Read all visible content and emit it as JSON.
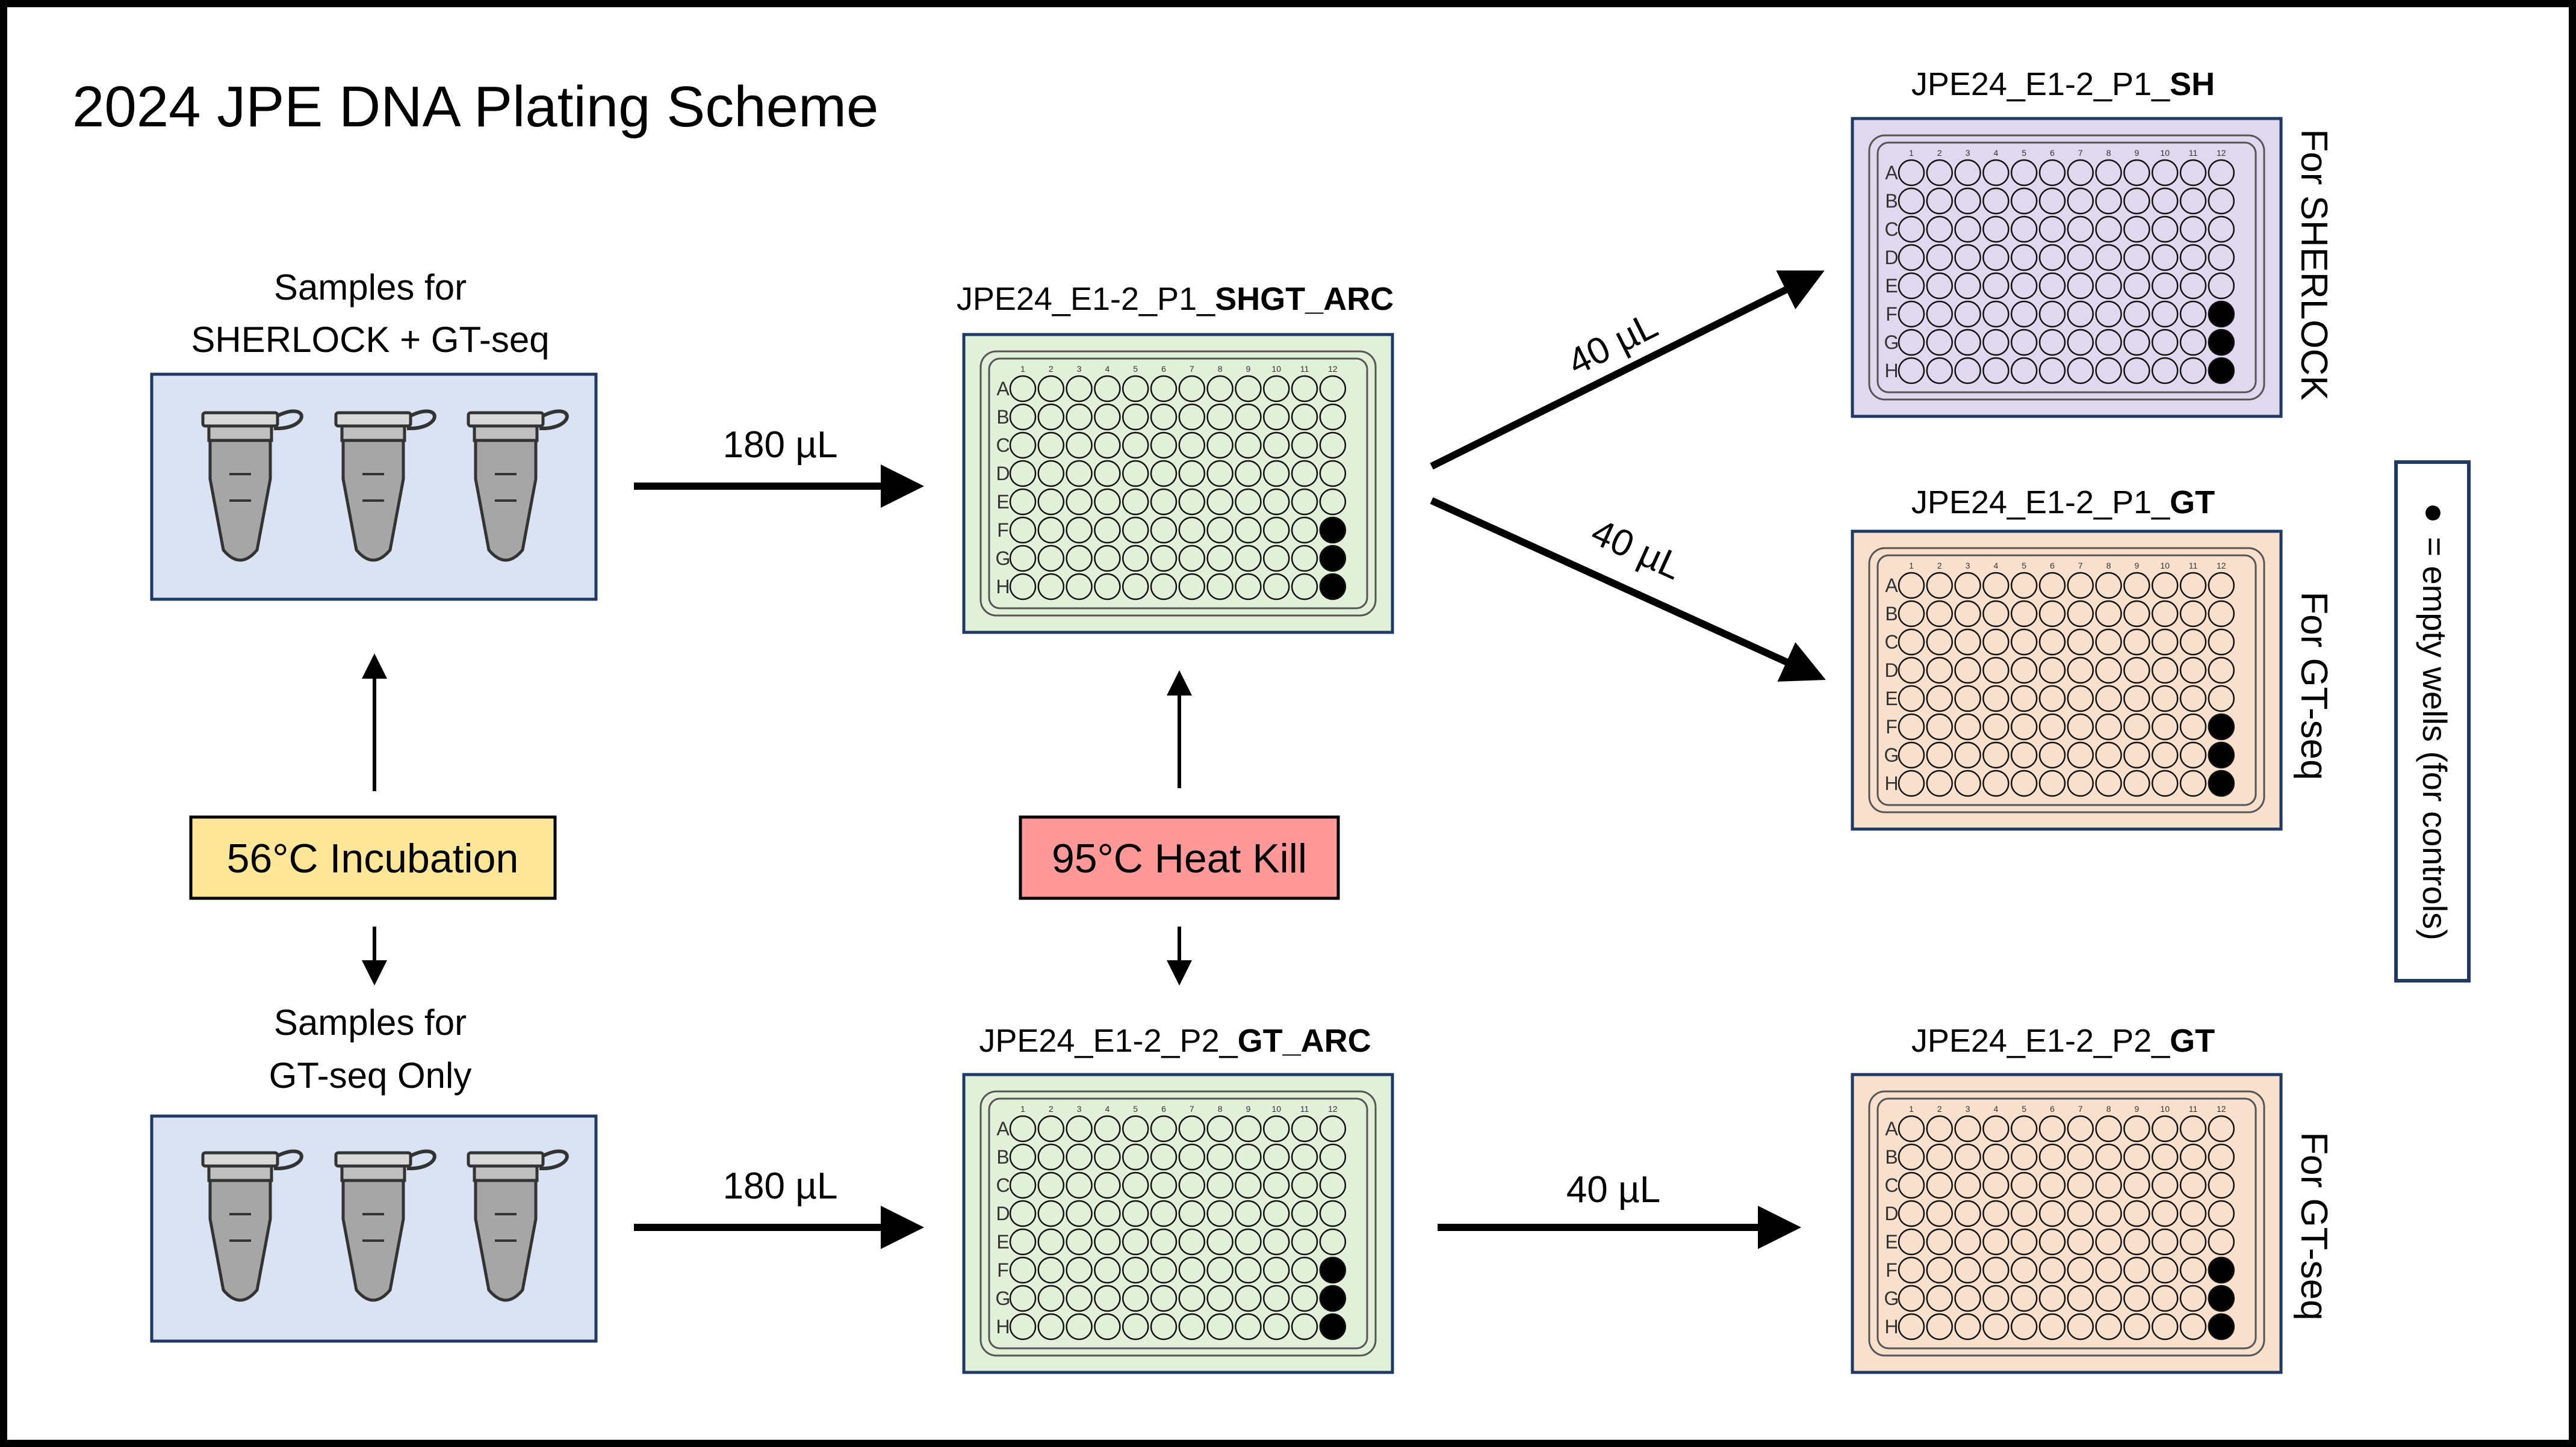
{
  "title": "2024 JPE DNA Plating Scheme",
  "sample_boxes": {
    "top": {
      "label_line1": "Samples for",
      "label_line2": "SHERLOCK + GT-seq"
    },
    "bottom": {
      "label_line1": "Samples for",
      "label_line2": "GT-seq Only"
    }
  },
  "steps": {
    "incubation": "56°C Incubation",
    "heat_kill": "95°C Heat Kill"
  },
  "transfers": {
    "top_to_archive": "180 µL",
    "bottom_to_archive": "180 µL",
    "archive1_to_sh": "40 µL",
    "archive1_to_gt": "40 µL",
    "archive2_to_gt": "40 µL"
  },
  "plates": {
    "archive1": {
      "prefix": "JPE24_E1-2_P1_",
      "suffix": "SHGT_ARC"
    },
    "archive2": {
      "prefix": "JPE24_E1-2_P2_",
      "suffix": "GT_ARC"
    },
    "sh": {
      "prefix": "JPE24_E1-2_P1_",
      "suffix": "SH",
      "side_label": "For SHERLOCK"
    },
    "gt1": {
      "prefix": "JPE24_E1-2_P1_",
      "suffix": "GT",
      "side_label": "For GT-seq"
    },
    "gt2": {
      "prefix": "JPE24_E1-2_P2_",
      "suffix": "GT",
      "side_label": "For GT-seq"
    }
  },
  "plate_layout": {
    "rows": [
      "A",
      "B",
      "C",
      "D",
      "E",
      "F",
      "G",
      "H"
    ],
    "columns": [
      "1",
      "2",
      "3",
      "4",
      "5",
      "6",
      "7",
      "8",
      "9",
      "10",
      "11",
      "12"
    ],
    "empty_wells": [
      "F12",
      "G12",
      "H12"
    ]
  },
  "legend": {
    "symbol": "●",
    "text": "= empty wells (for controls)"
  },
  "colors": {
    "sample_box": "#dae3f3",
    "archive_plate": "#e2f0d9",
    "sh_plate": "#e0d8ee",
    "gt_plate": "#f8e0cc",
    "incubation": "#ffe699",
    "heat_kill": "#ff9999",
    "box_border": "#1f3864"
  }
}
